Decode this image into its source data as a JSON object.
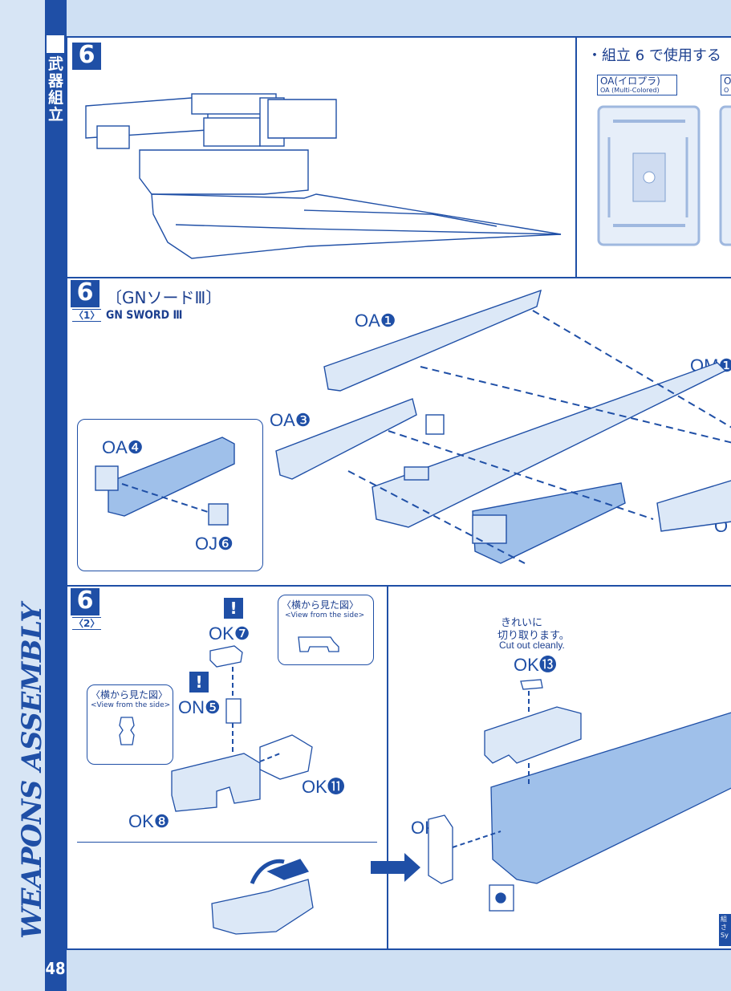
{
  "sidebar": {
    "title_jp": [
      "武",
      "器",
      "組",
      "立"
    ],
    "vertical_title": "WEAPONS ASSEMBLY",
    "page_number": "48"
  },
  "overview": {
    "step": "6",
    "use_note": "・組立 6 で使用する",
    "runner_oa_jp": "OA(イロプラ)",
    "runner_oa_en": "OA (Multi-Colored)",
    "runner_o_partial": "O",
    "runner_o_partial_en": "O"
  },
  "step1": {
    "step": "6",
    "sub": "〈1〉",
    "title_jp": "〔GNソードⅢ〕",
    "title_en": "GN SWORD Ⅲ",
    "labels": {
      "oa1": "OA❶",
      "om1": "OM❶",
      "oa3": "OA❸",
      "oa4": "OA❹",
      "oj6": "OJ❻",
      "o_partial": "O"
    }
  },
  "step2": {
    "step": "6",
    "sub": "〈2〉",
    "callout_jp": "〈横から見た図〉",
    "callout_en": "<View from the side>",
    "labels": {
      "ok7": "OK❼",
      "on5": "ON❺",
      "ok11": "OK⓫",
      "ok8": "OK❽",
      "ok13": "OK⓭",
      "ok3": "OK❸"
    },
    "cut_note_jp_1": "きれいに",
    "cut_note_jp_2": "切り取ります。",
    "cut_note_en": "Cut out cleanly.",
    "warn": "!",
    "corner_text": "組\nさ\nSy"
  },
  "colors": {
    "accent": "#1f4fa6",
    "part_fill": "#9fc0ea",
    "page_bg": "#cfe0f3"
  }
}
